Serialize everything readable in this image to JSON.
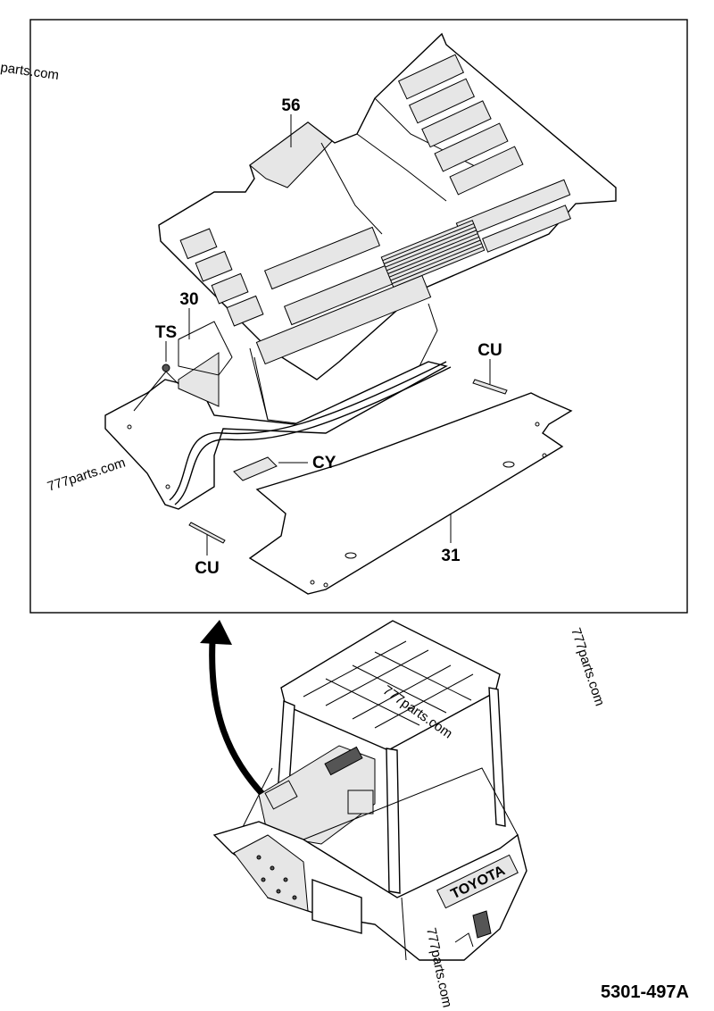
{
  "callouts": {
    "c56": "56",
    "c30": "30",
    "cTS": "TS",
    "cCU_right": "CU",
    "cCY": "CY",
    "cCU_left": "CU",
    "c31": "31"
  },
  "watermarks": {
    "wm_top_left": "parts.com",
    "wm_left": "777parts.com",
    "wm_right": "777parts.com",
    "wm_cab": "777parts.com",
    "wm_bottom": "777parts.com"
  },
  "brand_logo": "TOYOTA",
  "diagram_code": "5301-497A",
  "colors": {
    "line": "#000000",
    "background": "#ffffff",
    "panel_shade": "#e6e6e6"
  }
}
